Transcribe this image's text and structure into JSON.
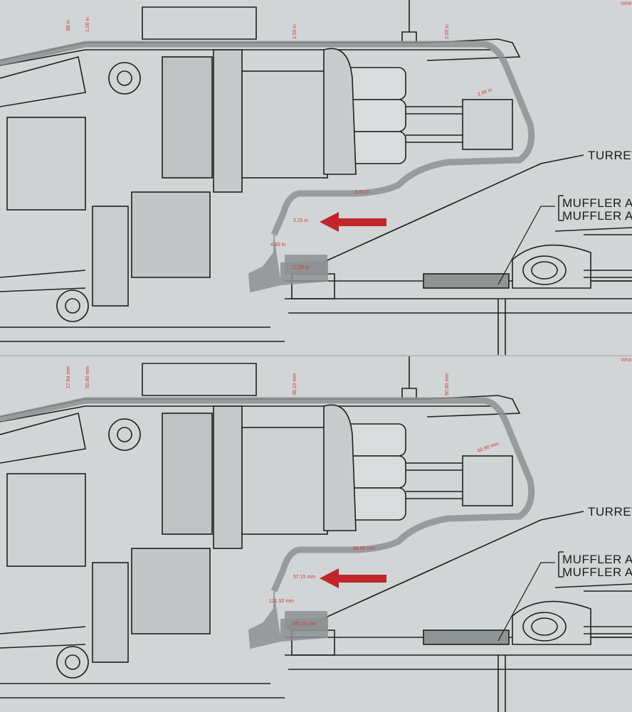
{
  "labels": {
    "turret": "TURRET",
    "muffler_1": "MUFFLER A",
    "muffler_2": "MUFFLER A",
    "view": "VIEW"
  },
  "colors": {
    "paper": "#d1d5d5",
    "linework": "#1f1f1f",
    "overlay": "#8d9191",
    "dimension": "#d23a3a",
    "arrow": "#c0262a"
  },
  "top": {
    "units": "in",
    "dims": {
      "d_88": ".88 in",
      "d_100": "1.00 in",
      "d_150": "1.50 in",
      "d_200a": "2.00 in",
      "d_200b": "2.00 in",
      "d_200c": "2.00 in",
      "d_225": "2.25 in",
      "d_480": "4.80 in",
      "d_1150": "11.50 in"
    }
  },
  "bottom": {
    "units": "mm",
    "dims": {
      "d_88": "17.64 mm",
      "d_100": "50.80 mm",
      "d_150": "38.10 mm",
      "d_200a": "50.80 mm",
      "d_200b": "60.80 mm",
      "d_200c": "50.80 mm",
      "d_225": "57.15 mm",
      "d_480": "121.92 mm",
      "d_1150": "292.10 mm"
    }
  }
}
